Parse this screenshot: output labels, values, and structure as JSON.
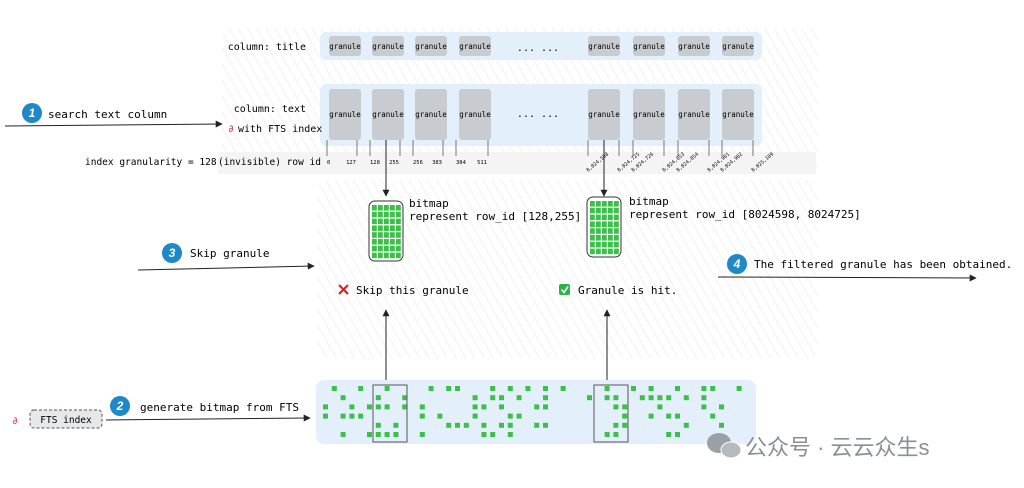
{
  "labels": {
    "column_title": "column: title",
    "column_text": "column: text",
    "fts_note": "with FTS index",
    "granularity_label": "index granularity = 128",
    "row_id_label": "(invisible) row id",
    "granule": "granule",
    "ellipsis": "... ...",
    "fts_index_box": "FTS index",
    "bitmap_title": "bitmap"
  },
  "steps": [
    {
      "number": "1",
      "text": "search text column"
    },
    {
      "number": "2",
      "text": "generate bitmap from FTS"
    },
    {
      "number": "3",
      "text": "Skip granule"
    },
    {
      "number": "4",
      "text": "The filtered granule has been obtained."
    }
  ],
  "row_ids_left": [
    "0",
    "127",
    "128",
    "255",
    "256",
    "383",
    "384",
    "511"
  ],
  "row_ids_right": [
    "8,024,598",
    "8,024,725",
    "8,024,726",
    "8,024,853",
    "8,024,854",
    "8,024,981",
    "8,024,982",
    "8,025,109"
  ],
  "bitmaps": [
    {
      "title": "bitmap",
      "range": "represent row_id [128,255]"
    },
    {
      "title": "bitmap",
      "range": "represent row_id [8024598, 8024725]"
    }
  ],
  "results": {
    "skip_text": "Skip this granule",
    "skip_icon": "cross-icon",
    "hit_text": "Granule is hit.",
    "hit_icon": "check-icon"
  },
  "watermark": "公众号 · 云云众生s",
  "colors": {
    "step_blue": "#1e88c8",
    "granule_gray": "#c8cbcf",
    "column_band": "#e3f0fb",
    "bitmap_green": "#3cc04a",
    "skip_red": "#e02020",
    "hit_green": "#29b34a"
  }
}
